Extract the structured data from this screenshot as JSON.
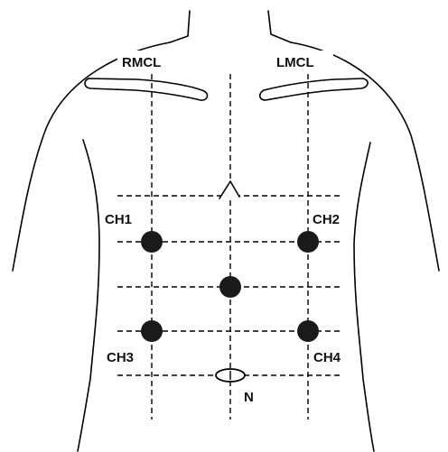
{
  "diagram": {
    "labels": {
      "rmcl": "RMCL",
      "lmcl": "LMCL",
      "ch1": "CH1",
      "ch2": "CH2",
      "ch3": "CH3",
      "ch4": "CH4",
      "navel": "N"
    },
    "colors": {
      "line": "#000000",
      "electrode": "#1a1a1a",
      "background": "#ffffff"
    },
    "electrode_count": 5
  }
}
